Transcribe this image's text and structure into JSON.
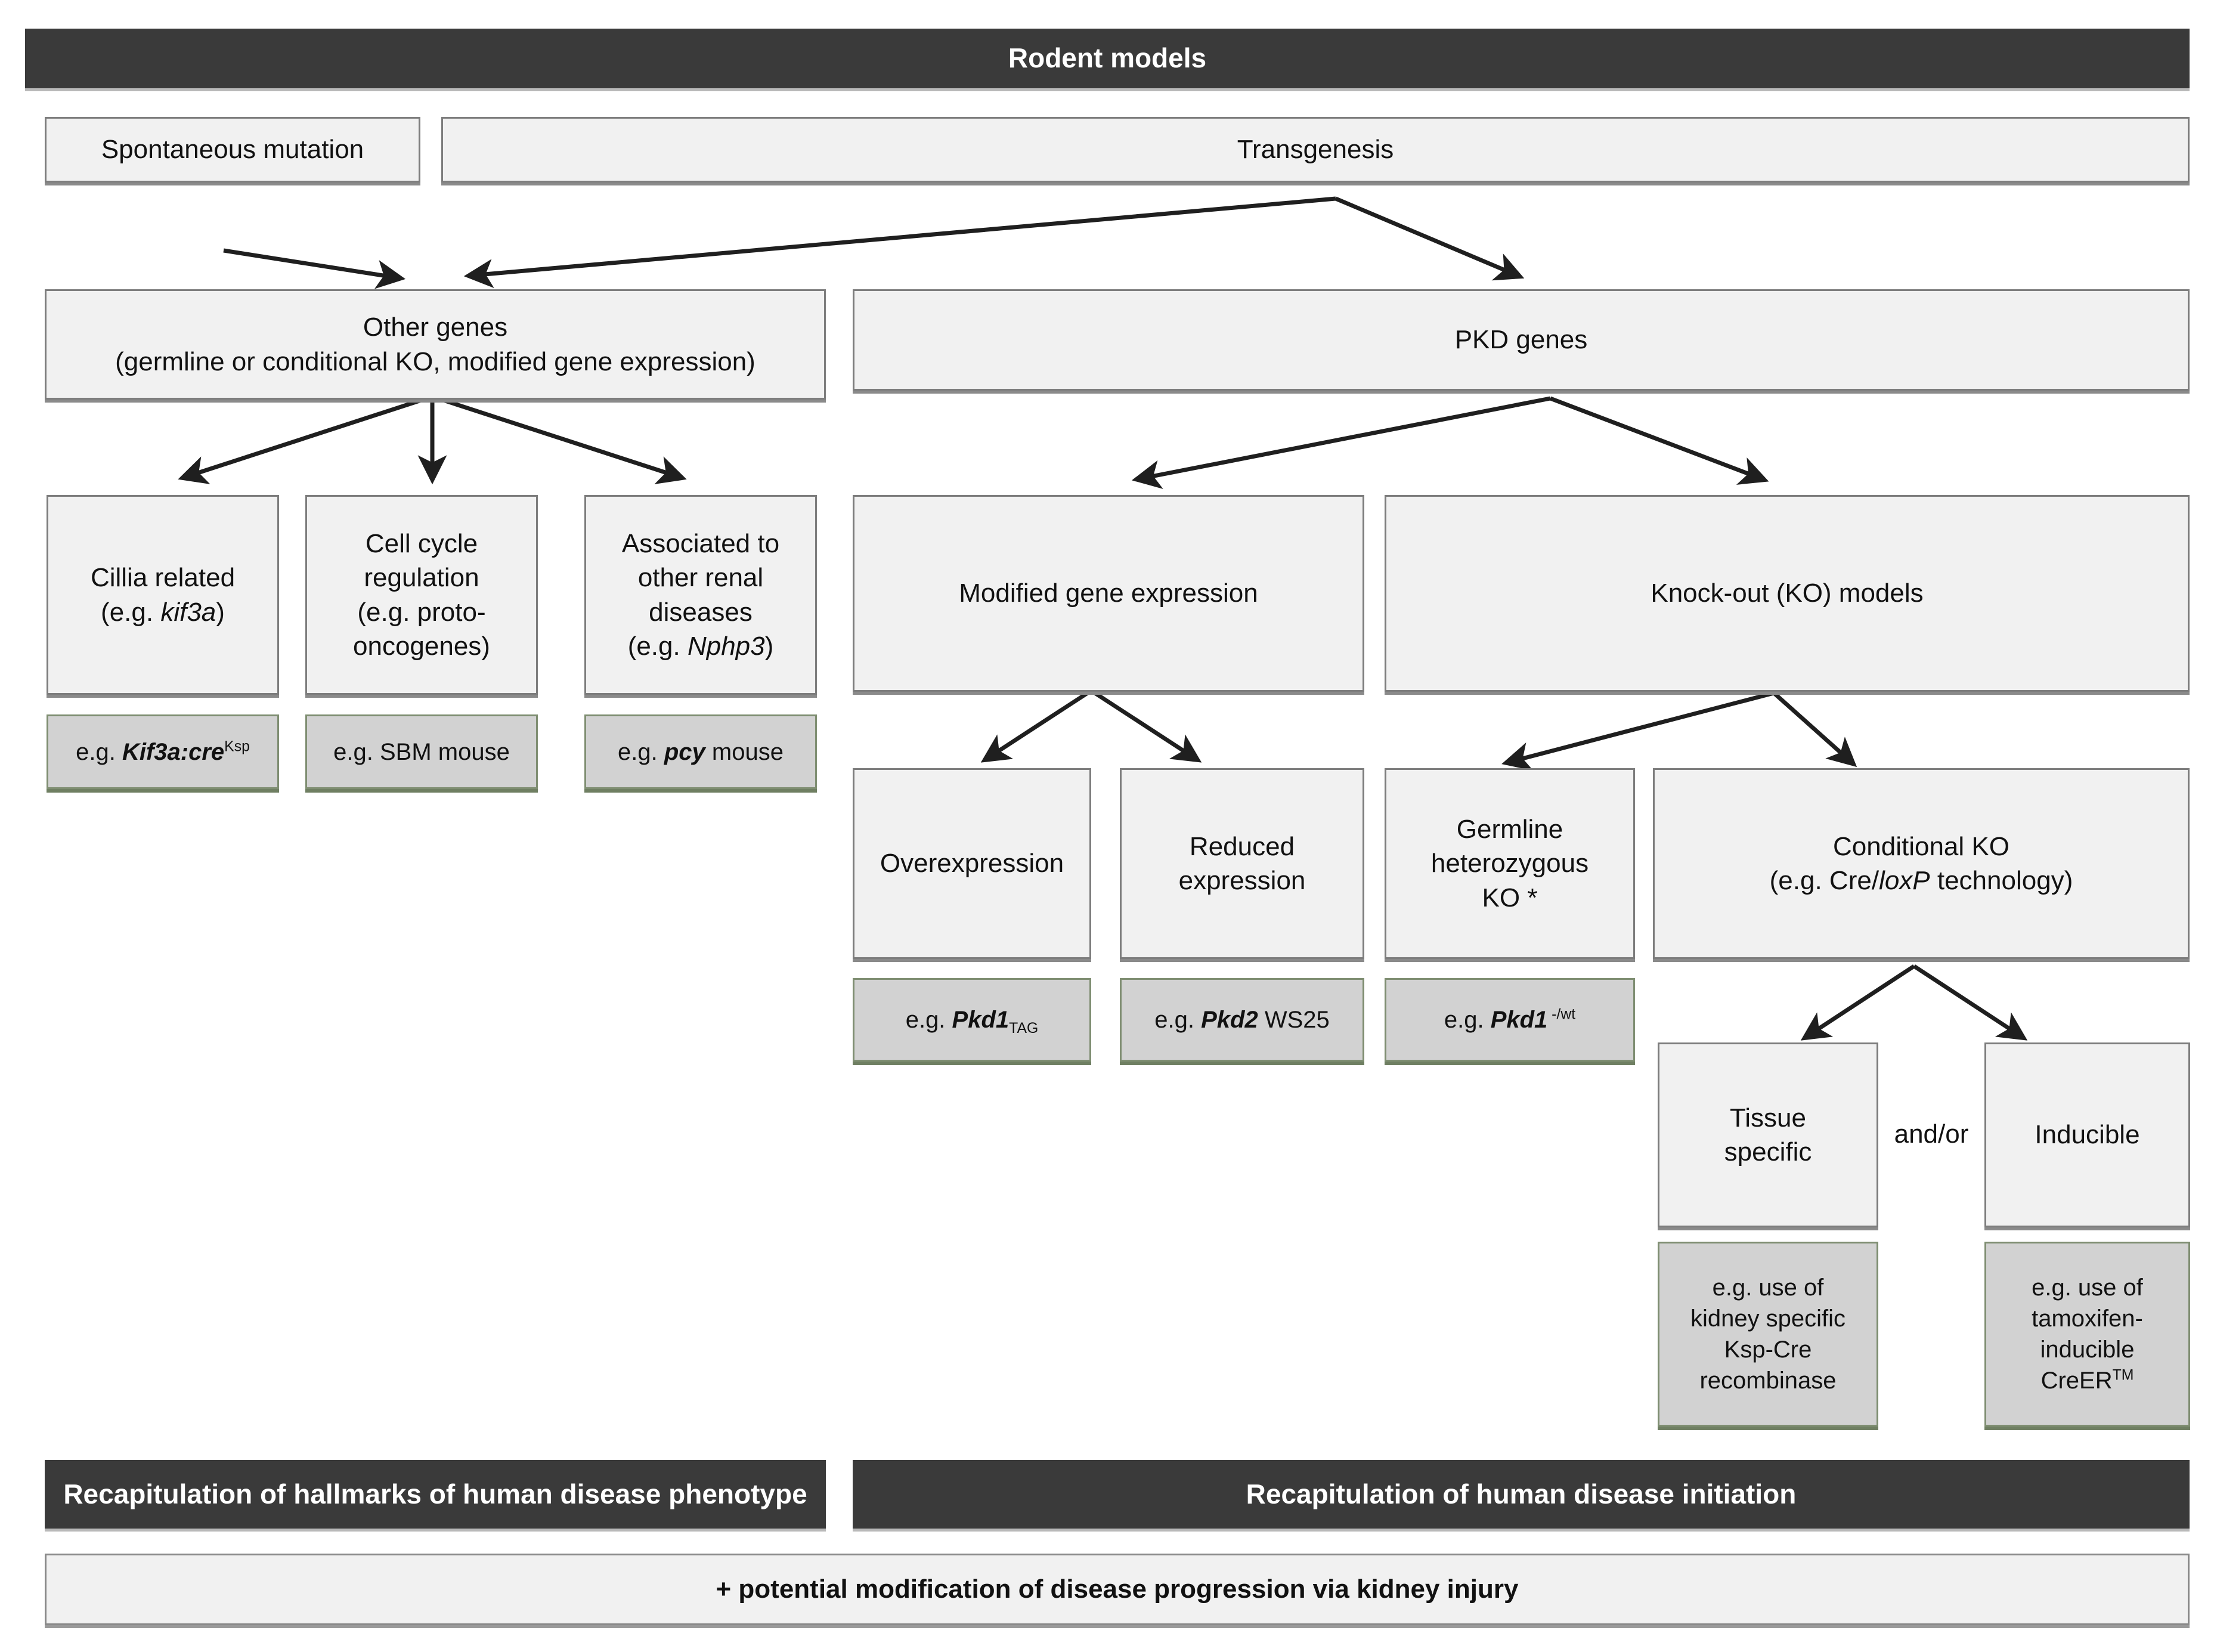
{
  "title_bar": {
    "label": "Rodent models"
  },
  "origin_row": {
    "spontaneous": "Spontaneous mutation",
    "transgenesis": "Transgenesis"
  },
  "gene_row": {
    "other_genes_line1": "Other genes",
    "other_genes_line2": "(germline or conditional KO, modified gene expression)",
    "pkd_genes": "PKD genes"
  },
  "other_gene_categories": [
    {
      "line1": "Cillia related",
      "line2_pre": "(e.g. ",
      "line2_it": "kif3a",
      "line2_post": ")",
      "example_pre": "e.g. ",
      "example_it": "Kif3a:cre",
      "example_sup": "Ksp",
      "example_post": ""
    },
    {
      "line1": "Cell cycle",
      "line1b": "regulation",
      "line2_pre": "(e.g. proto-",
      "line2_it": "",
      "line2_post": "oncogenes)",
      "example_pre": "e.g. SBM mouse",
      "example_it": "",
      "example_sup": "",
      "example_post": ""
    },
    {
      "line1": "Associated to",
      "line1b": "other renal",
      "line1c": "diseases",
      "line2_pre": "(e.g. ",
      "line2_it": "Nphp3",
      "line2_post": ")",
      "example_pre": "e.g. ",
      "example_it": "pcy",
      "example_sup": "",
      "example_post": " mouse"
    }
  ],
  "pkd_branches": {
    "modified_expression": "Modified gene expression",
    "knockout_models": "Knock-out (KO) models"
  },
  "modified_expression_children": [
    {
      "label": "Overexpression",
      "example_pre": "e.g. ",
      "example_it": "Pkd1",
      "example_sub": "TAG",
      "example_post": ""
    },
    {
      "label_l1": "Reduced",
      "label_l2": "expression",
      "example_pre": "e.g. ",
      "example_it": "Pkd2",
      "example_sub": "",
      "example_post": " WS25"
    }
  ],
  "knockout_children": {
    "germline": {
      "l1": "Germline",
      "l2": "heterozygous",
      "l3": "KO *",
      "example_pre": "e.g. ",
      "example_it": "Pkd1",
      "example_sup": " -/wt",
      "example_post": ""
    },
    "conditional": {
      "l1": "Conditional KO",
      "l2_pre": "(e.g. Cre/",
      "l2_it": "loxP",
      "l2_post": " technology)"
    }
  },
  "conditional_children": {
    "tissue_specific": {
      "l1": "Tissue",
      "l2": "specific",
      "example_l1": "e.g.  use of",
      "example_l2": "kidney specific",
      "example_l3": "Ksp-Cre",
      "example_l4": "recombinase"
    },
    "connector": "and/or",
    "inducible": {
      "l1": "Inducible",
      "example_l1": "e.g.  use of",
      "example_l2": "tamoxifen-",
      "example_l3": "inducible",
      "example_l4_pre": "CreER",
      "example_l4_sup": "TM"
    }
  },
  "footer": {
    "left_bar": "Recapitulation of hallmarks of human disease  phenotype",
    "right_bar": "Recapitulation of human disease initiation",
    "bottom_bar": "+ potential modification of disease progression via kidney injury"
  },
  "colors": {
    "dark_bar": "#3a3a3a",
    "light_box": "#f1f1f1",
    "light_border": "#7d7d7d",
    "example_box": "#d2d2d2",
    "example_border": "#7f8e72",
    "text": "#111111",
    "bar_text": "#ffffff"
  }
}
